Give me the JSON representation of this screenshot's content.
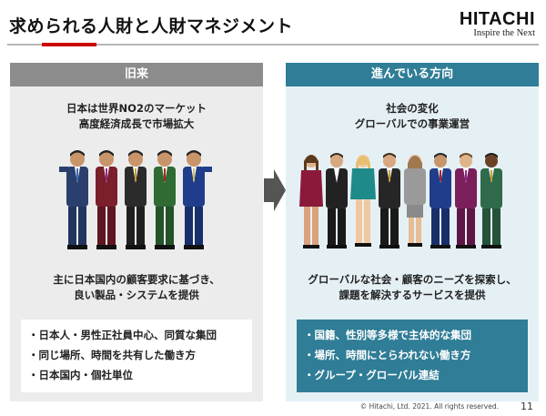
{
  "slide": {
    "title": "求められる人財と人財マネジメント",
    "brand": {
      "logo": "HITACHI",
      "tagline": "Inspire the Next"
    },
    "colors": {
      "accent_red": "#cc0000",
      "teal": "#2f7d96",
      "gray_header": "#8c8c8c"
    }
  },
  "left_panel": {
    "header": "旧来",
    "top_lines": [
      "日本は世界NO2のマーケット",
      "高度経済成長で市場拡大"
    ],
    "bottom_lines": [
      "主に日本国内の顧客要求に基づき、",
      "良い製品・システムを提供"
    ],
    "items": [
      "・日本人・男性正社員中心、同質な集団",
      "・同じ場所、時間を共有した働き方",
      "・日本国内・個社単位"
    ],
    "image": "group-of-japanese-businessmen-image"
  },
  "right_panel": {
    "header": "進んでいる方向",
    "top_lines": [
      "社会の変化",
      "グローバルでの事業運営"
    ],
    "bottom_lines": [
      "グローバルな社会・顧客のニーズを探索し、",
      "課題を解決するサービスを提供"
    ],
    "items": [
      "・国籍、性別等多様で主体的な集団",
      "・場所、時間にとらわれない働き方",
      "・グループ・グローバル連結"
    ],
    "image": "diverse-global-team-image"
  },
  "arrow_icon": "right-arrow-icon",
  "footer": {
    "copyright": "© Hitachi, Ltd. 2021. All rights reserved.",
    "page": "11"
  }
}
